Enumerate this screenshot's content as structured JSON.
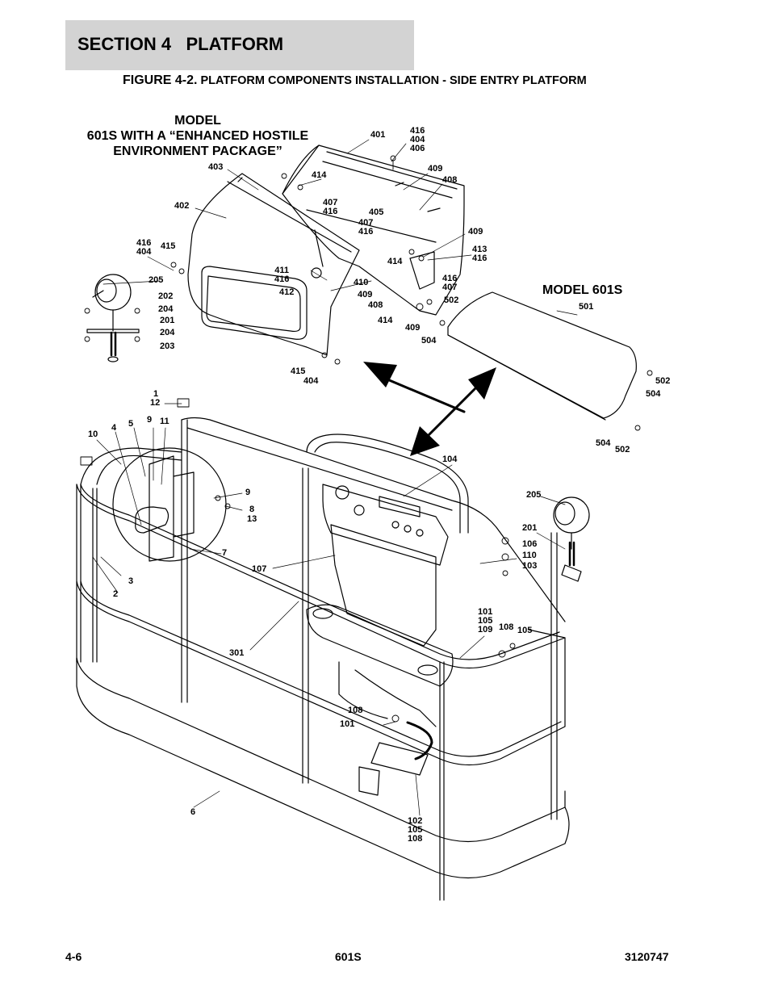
{
  "header": {
    "section": "SECTION 4   PLATFORM"
  },
  "figure": {
    "number": "FIGURE 4-2.",
    "title": " PLATFORM COMPONENTS INSTALLATION - SIDE ENTRY PLATFORM"
  },
  "captions": {
    "enhanced_line1": "MODEL",
    "enhanced_line2": "601S WITH A “ENHANCED HOSTILE",
    "enhanced_line3": "ENVIRONMENT PACKAGE”",
    "model_601s": "MODEL 601S"
  },
  "callouts": {
    "c401": "401",
    "c416a": "416",
    "c404a": "404",
    "c406": "406",
    "c403": "403",
    "c414a": "414",
    "c409a": "409",
    "c408a": "408",
    "c402": "402",
    "c407a": "407",
    "c416b": "416",
    "c405": "405",
    "c407b": "407",
    "c416c": "416",
    "c409b": "409",
    "c416d": "416",
    "c404b": "404",
    "c415a": "415",
    "c414b": "414",
    "c413": "413",
    "c416e": "416",
    "c411": "411",
    "c416f": "416",
    "c412": "412",
    "c410": "410",
    "c409c": "409",
    "c408b": "408",
    "c416g": "416",
    "c407c": "407",
    "c502a": "502",
    "c205a": "205",
    "c202": "202",
    "c204a": "204",
    "c201a": "201",
    "c204b": "204",
    "c203": "203",
    "c414c": "414",
    "c409d": "409",
    "c504a": "504",
    "c415b": "415",
    "c404c": "404",
    "c501": "501",
    "c502b": "502",
    "c504b": "504",
    "c504c": "504",
    "c502c": "502",
    "c1": "1",
    "c12": "12",
    "c9a": "9",
    "c11": "11",
    "c10": "10",
    "c4": "4",
    "c5": "5",
    "c104": "104",
    "c9b": "9",
    "c8": "8",
    "c13": "13",
    "c205b": "205",
    "c201b": "201",
    "c106": "106",
    "c110": "110",
    "c103": "103",
    "c7": "7",
    "c107": "107",
    "c3": "3",
    "c2": "2",
    "c101a": "101",
    "c105a": "105",
    "c109": "109",
    "c108a": "108",
    "c105b": "105",
    "c301": "301",
    "c108b": "108",
    "c101b": "101",
    "c6": "6",
    "c102": "102",
    "c105c": "105",
    "c108c": "108"
  },
  "footer": {
    "page": "4-6",
    "model": "601S",
    "doc_number": "3120747"
  }
}
